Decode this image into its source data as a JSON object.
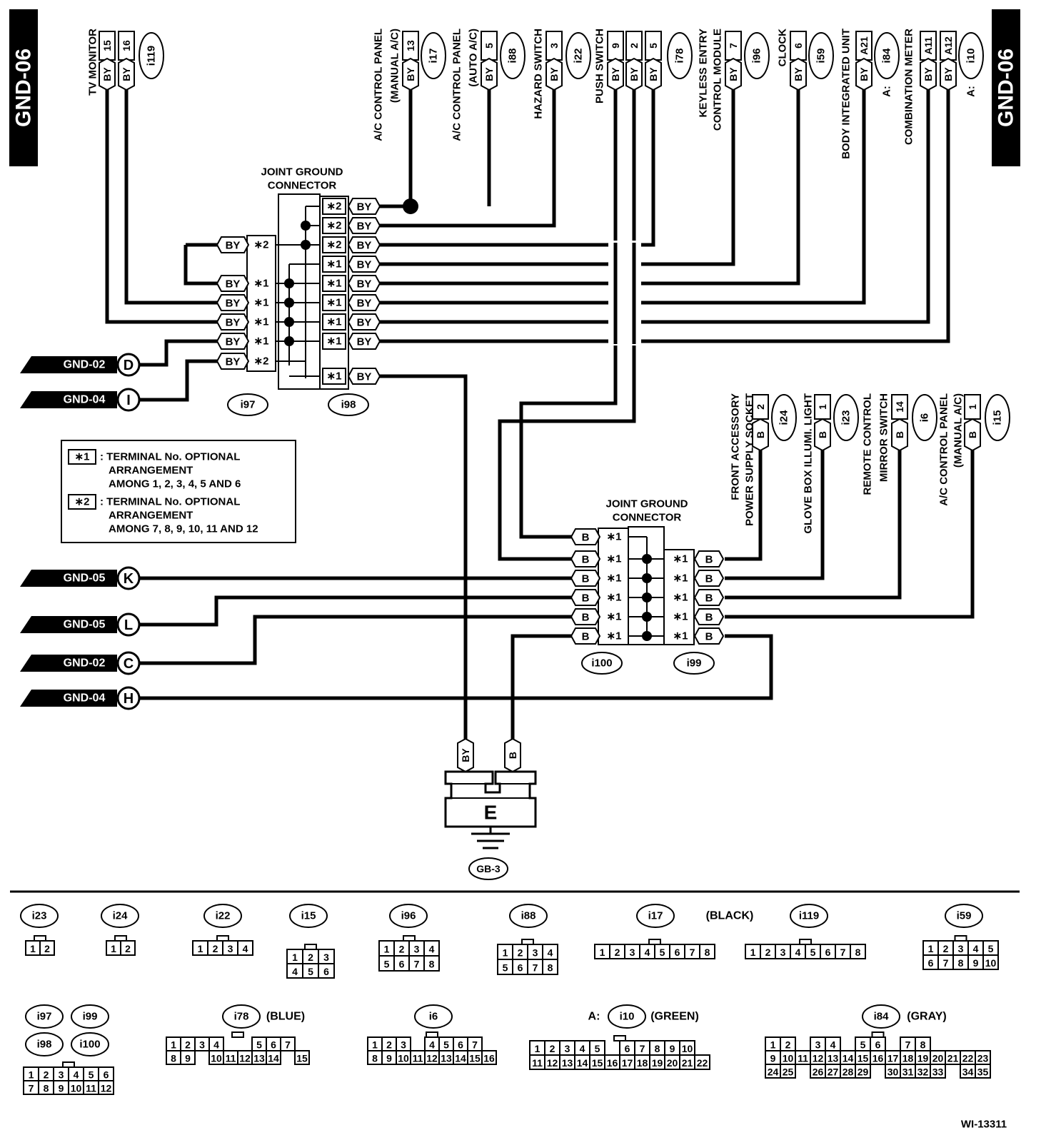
{
  "page_tag": "GND-06",
  "figure_id": "WI-13311",
  "joint_ground_label": [
    "JOINT GROUND",
    "CONNECTOR"
  ],
  "connector_ids": {
    "i97": "i97",
    "i98": "i98",
    "i99": "i99",
    "i100": "i100"
  },
  "wire_colors": {
    "by": "BY",
    "b": "B"
  },
  "optional_marks": {
    "one": "∗1",
    "two": "∗2"
  },
  "top_components": [
    {
      "label": [
        "TV MONITOR"
      ],
      "pins": [
        "15",
        "16"
      ],
      "connector": "i119",
      "prefix": ""
    },
    {
      "label": [
        "A/C CONTROL PANEL",
        "(MANUAL A/C)"
      ],
      "pins": [
        "13"
      ],
      "connector": "i17",
      "prefix": ""
    },
    {
      "label": [
        "A/C CONTROL PANEL",
        "(AUTO A/C)"
      ],
      "pins": [
        "5"
      ],
      "connector": "i88",
      "prefix": ""
    },
    {
      "label": [
        "HAZARD SWITCH"
      ],
      "pins": [
        "3"
      ],
      "connector": "i22",
      "prefix": ""
    },
    {
      "label": [
        "PUSH SWITCH"
      ],
      "pins": [
        "9",
        "2",
        "5"
      ],
      "connector": "i78",
      "prefix": ""
    },
    {
      "label": [
        "KEYLESS ENTRY",
        "CONTROL MODULE"
      ],
      "pins": [
        "7"
      ],
      "connector": "i96",
      "prefix": ""
    },
    {
      "label": [
        "CLOCK"
      ],
      "pins": [
        "6"
      ],
      "connector": "i59",
      "prefix": ""
    },
    {
      "label": [
        "BODY INTEGRATED UNIT"
      ],
      "pins": [
        "A21"
      ],
      "connector": "i84",
      "prefix": "A:"
    },
    {
      "label": [
        "COMBINATION METER"
      ],
      "pins": [
        "A11",
        "A12"
      ],
      "connector": "i10",
      "prefix": "A:"
    }
  ],
  "right_components": [
    {
      "label": [
        "FRONT ACCESSORY",
        "POWER SUPPLY SOCKET"
      ],
      "pin": "2",
      "connector": "i24"
    },
    {
      "label": [
        "GLOVE BOX ILLUMI. LIGHT"
      ],
      "pin": "1",
      "connector": "i23"
    },
    {
      "label": [
        "REMOTE CONTROL",
        "MIRROR SWITCH"
      ],
      "pin": "14",
      "connector": "i6"
    },
    {
      "label": [
        "A/C CONTROL PANEL",
        "(MANUAL A/C)"
      ],
      "pin": "1",
      "connector": "i15"
    }
  ],
  "gnd_refs": [
    {
      "page": "GND-02",
      "letter": "D"
    },
    {
      "page": "GND-04",
      "letter": "I"
    },
    {
      "page": "GND-05",
      "letter": "K"
    },
    {
      "page": "GND-05",
      "letter": "L"
    },
    {
      "page": "GND-02",
      "letter": "C"
    },
    {
      "page": "GND-04",
      "letter": "H"
    }
  ],
  "legend": {
    "mark1": "∗1",
    "mark2": "∗2",
    "note1": [
      ": TERMINAL No. OPTIONAL",
      "ARRANGEMENT",
      "AMONG 1, 2, 3, 4, 5 AND 6"
    ],
    "note2": [
      ": TERMINAL No. OPTIONAL",
      "ARRANGEMENT",
      "AMONG 7, 8, 9, 10, 11 AND 12"
    ]
  },
  "ground_point": {
    "letter": "E",
    "name": "GB-3"
  },
  "connector_views": [
    {
      "id": "i23",
      "suffix": "",
      "rows": [
        [
          "1",
          "2"
        ]
      ]
    },
    {
      "id": "i24",
      "suffix": "",
      "rows": [
        [
          "1",
          "2"
        ]
      ]
    },
    {
      "id": "i22",
      "suffix": "",
      "rows": [
        [
          "1",
          "2",
          "3",
          "4"
        ]
      ]
    },
    {
      "id": "i15",
      "suffix": "",
      "rows": [
        [
          "1",
          "2",
          "3"
        ],
        [
          "4",
          "5",
          "6"
        ]
      ]
    },
    {
      "id": "i96",
      "suffix": "",
      "rows": [
        [
          "1",
          "2",
          "3",
          "4"
        ],
        [
          "5",
          "6",
          "7",
          "8"
        ]
      ]
    },
    {
      "id": "i88",
      "suffix": "",
      "rows": [
        [
          "1",
          "2",
          "3",
          "4"
        ],
        [
          "5",
          "6",
          "7",
          "8"
        ]
      ]
    },
    {
      "id": "i17",
      "suffix": "(BLACK)",
      "rows": [
        [
          "1",
          "2",
          "3",
          "4",
          "5",
          "6",
          "7",
          "8"
        ]
      ]
    },
    {
      "id": "i119",
      "suffix": "",
      "rows": [
        [
          "1",
          "2",
          "3",
          "4",
          "5",
          "6",
          "7",
          "8"
        ]
      ]
    },
    {
      "id": "i59",
      "suffix": "",
      "rows": [
        [
          "1",
          "2",
          "3",
          "4",
          "5"
        ],
        [
          "6",
          "7",
          "8",
          "9",
          "10"
        ]
      ]
    },
    {
      "id": "i97 i99 i98 i100",
      "suffix": "",
      "rows": [
        [
          "1",
          "2",
          "3",
          "4",
          "5",
          "6"
        ],
        [
          "7",
          "8",
          "9",
          "10",
          "11",
          "12"
        ]
      ]
    },
    {
      "id": "i78",
      "suffix": "(BLUE)",
      "rows": [
        [
          "1",
          "2",
          "3",
          "4",
          "",
          "",
          "5",
          "6",
          "7"
        ],
        [
          "8",
          "9",
          "",
          "10",
          "11",
          "12",
          "13",
          "14",
          "",
          "15"
        ]
      ]
    },
    {
      "id": "i6",
      "suffix": "",
      "rows": [
        [
          "1",
          "2",
          "3",
          "",
          "4",
          "5",
          "6",
          "7"
        ],
        [
          "8",
          "9",
          "10",
          "11",
          "12",
          "13",
          "14",
          "15",
          "16"
        ]
      ]
    },
    {
      "id": "i10",
      "prefix": "A:",
      "suffix": "(GREEN)",
      "rows": [
        [
          "1",
          "2",
          "3",
          "4",
          "5",
          "",
          "6",
          "7",
          "8",
          "9",
          "10"
        ],
        [
          "11",
          "12",
          "13",
          "14",
          "15",
          "16",
          "17",
          "18",
          "19",
          "20",
          "21",
          "22"
        ]
      ]
    },
    {
      "id": "i84",
      "suffix": "(GRAY)",
      "rows": [
        [
          "1",
          "2",
          "",
          "3",
          "4",
          "",
          "5",
          "6",
          "",
          "7",
          "8"
        ],
        [
          "9",
          "10",
          "11",
          "12",
          "13",
          "14",
          "15",
          "16",
          "17",
          "18",
          "19",
          "20",
          "21",
          "22",
          "23"
        ],
        [
          "24",
          "25",
          "",
          "26",
          "27",
          "28",
          "29",
          "",
          "30",
          "31",
          "32",
          "33",
          "",
          "34",
          "35"
        ]
      ]
    }
  ]
}
